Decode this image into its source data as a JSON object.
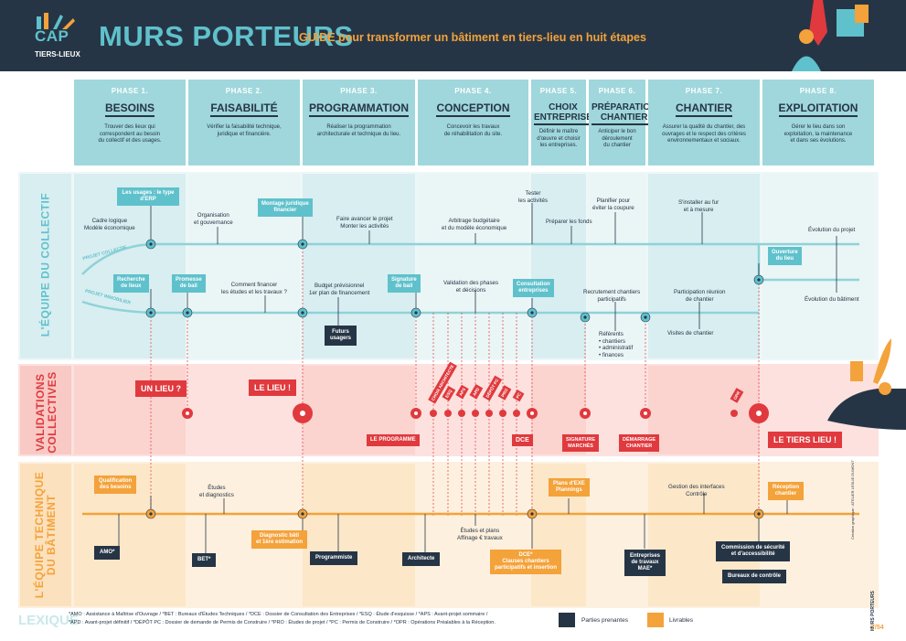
{
  "header": {
    "logo_cap": "CAP",
    "logo_sub": "TIERS-LIEUX",
    "title": "MURS PORTEURS",
    "subtitle": "GUIDE pour transformer un bâtiment en tiers-lieu en huit étapes"
  },
  "phases": [
    {
      "num": "PHASE 1.",
      "title": "BESOINS",
      "desc": [
        "Trouver des lieux qui",
        "correspondent au besoin",
        "du collectif et des usages."
      ]
    },
    {
      "num": "PHASE 2.",
      "title": "FAISABILITÉ",
      "desc": [
        "Vérifier la faisabilité technique,",
        "juridique et financière."
      ]
    },
    {
      "num": "PHASE 3.",
      "title": "PROGRAMMATION",
      "desc": [
        "Réaliser la programmation",
        "architecturale et technique du lieu."
      ]
    },
    {
      "num": "PHASE 4.",
      "title": "CONCEPTION",
      "desc": [
        "Concevoir les travaux",
        "de réhabilitation du site."
      ]
    },
    {
      "num": "PHASE 5.",
      "title": "CHOIX ENTREPRISE",
      "desc": [
        "Définir le maître",
        "d'œuvre et choisir",
        "les entreprises."
      ]
    },
    {
      "num": "PHASE 6.",
      "title": "PRÉPARATION CHANTIER",
      "desc": [
        "Anticiper le bon",
        "déroulement",
        "du chantier"
      ]
    },
    {
      "num": "PHASE 7.",
      "title": "CHANTIER",
      "desc": [
        "Assurer la qualité du chantier, des",
        "ouvrages et le respect des critères",
        "environnementaux et sociaux."
      ]
    },
    {
      "num": "PHASE 8.",
      "title": "EXPLOITATION",
      "desc": [
        "Gérer le lieu dans son",
        "exploitation, la maintenance",
        "et dans ses évolutions."
      ]
    }
  ],
  "bands": {
    "collectif": "L'ÉQUIPE DU COLLECTIF",
    "validations": "VALIDATIONS COLLECTIVES",
    "technique": "L'ÉQUIPE TECHNIQUE DU BÂTIMENT"
  },
  "track_labels": {
    "projet_collectif": "PROJET COLLECTIF",
    "projet_immobilier": "PROJET IMMOBILIER"
  },
  "collectif": {
    "usages": "Les usages : le type d'ERP",
    "cadre": [
      "Cadre logique",
      "Modèle économique"
    ],
    "recherche": [
      "Recherche",
      "de lieux"
    ],
    "promesse": [
      "Promesse",
      "de bail"
    ],
    "organisation": [
      "Organisation",
      "et gouvernance"
    ],
    "comment": [
      "Comment financer",
      "les études et les travaux ?"
    ],
    "montage": [
      "Montage juridique",
      "financier"
    ],
    "budget": [
      "Budget prévisionnel",
      "1er plan de financement"
    ],
    "faire": [
      "Faire avancer le projet",
      "Monter les activités"
    ],
    "futurs": [
      "Futurs",
      "usagers"
    ],
    "signature_bail": [
      "Signature",
      "de bail"
    ],
    "arbitrage": [
      "Arbitrage budgétaire",
      "et du modèle économique"
    ],
    "validation": [
      "Validation des phases",
      "et décisions"
    ],
    "tester": [
      "Tester",
      "les activités"
    ],
    "preparer": "Préparer les fonds",
    "consultation": [
      "Consultation",
      "entreprises"
    ],
    "planifier": [
      "Planifier pour",
      "éviter la coupure"
    ],
    "recrutement": [
      "Recrutement chantiers",
      "participatifs"
    ],
    "referents": [
      "Référents",
      "• chantiers",
      "• administratif",
      "• finances"
    ],
    "installer": [
      "S'installer au fur",
      "et à mesure"
    ],
    "participation": [
      "Participation réunion",
      "de chantier"
    ],
    "visites": "Visites de chantier",
    "ouverture": [
      "Ouverture",
      "du lieu"
    ],
    "evol_projet": "Évolution du projet",
    "evol_batiment": "Évolution du bâtiment"
  },
  "validations": {
    "un_lieu": "UN LIEU ?",
    "le_lieu": "LE LIEU !",
    "le_programme": "LE PROGRAMME",
    "small": [
      "CHOIX ARCHITECTE",
      "ESQ",
      "APS",
      "APD",
      "DÉPÔT PC",
      "PRO",
      "PC"
    ],
    "dce": "DCE",
    "signature_marches": [
      "SIGNATURE",
      "MARCHÉS"
    ],
    "demarrage": [
      "DÉMARRAGE",
      "CHANTIER"
    ],
    "opr": "OPR",
    "le_tiers_lieu": "LE TIERS LIEU !"
  },
  "technique": {
    "qualification": [
      "Qualification",
      "des besoins"
    ],
    "etudes_diag": [
      "Études",
      "et diagnostics"
    ],
    "diagnostic": [
      "Diagnostic bâti",
      "et 1ère estimation"
    ],
    "etudes_plans": [
      "Études et plans",
      "Affinage € travaux"
    ],
    "dce": [
      "DCE*",
      "Clauses chantiers",
      "participatifs et insertion"
    ],
    "plans_exe": [
      "Plans d'EXE",
      "Plannings"
    ],
    "gestion": [
      "Gestion des interfaces",
      "Contrôle"
    ],
    "reception": [
      "Réception",
      "chantier"
    ],
    "amo": "AMO*",
    "bet": "BET*",
    "programmiste": "Programmiste",
    "architecte": "Architecte",
    "entreprises": [
      "Entreprises",
      "de travaux",
      "MAE*"
    ],
    "commission": [
      "Commission de sécurité",
      "et d'accessibilité"
    ],
    "bureaux": "Bureaux de contrôle"
  },
  "lexique": {
    "title": "LEXIQUE",
    "line1": "*AMO : Assistance à Maîtrise d'Ouvrage / *BET : Bureaux d'Études Techniques / *DCE : Dossier de Consultation des Entreprises / *ESQ : Étude d'esquisse / *APS : Avant-projet sommaire /",
    "line2": "*APD : Avant-projet définitif / *DÉPÔT PC : Dossier de demande de Permis de Construire / *PRO : Études de projet / *PC : Permis de Construire / *OPR : Opérations Préalables à la Réception."
  },
  "legend": {
    "parties": "Parties prenantes",
    "livrables": "Livrables"
  },
  "credit": "Création graphique : ATELIER LESLIE DUMONT",
  "side_title": "MURS PORTEURS",
  "page": "7/54",
  "colors": {
    "navy": "#263545",
    "teal": "#5fc1cc",
    "light_teal": "#9fd7dc",
    "red": "#e03a3e",
    "orange": "#f4a23a"
  }
}
